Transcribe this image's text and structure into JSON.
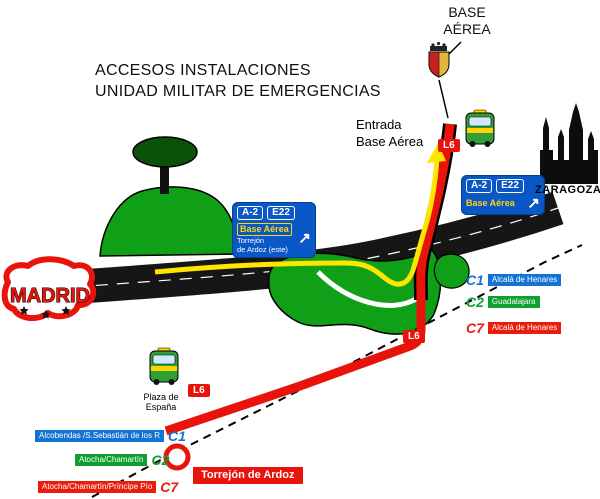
{
  "title": {
    "line1": "ACCESOS INSTALACIONES",
    "line2": "UNIDAD MILITAR DE EMERGENCIAS"
  },
  "base_aerea": {
    "line1": "BASE",
    "line2": "AÉREA"
  },
  "entrance": {
    "line1": "Entrada",
    "line2": "Base Aérea"
  },
  "cities": {
    "origin": "MADRID",
    "destination": "ZARAGOZA"
  },
  "signs": {
    "median": {
      "road": "A-2",
      "euro": "E22",
      "dest": "Base Aérea",
      "sub1": "Torrejón",
      "sub2": "de Ardoz (este)",
      "arrow": "↗"
    },
    "right": {
      "road": "A-2",
      "euro": "E22",
      "dest": "Base Aérea",
      "arrow": "↗"
    }
  },
  "bus": {
    "line": "L6",
    "origin_line1": "Plaza de",
    "origin_line2": "España"
  },
  "station": {
    "name": "Torrejón de Ardoz"
  },
  "rail_right": [
    {
      "line": "C1",
      "dest": "Alcalá de Henares"
    },
    {
      "line": "C2",
      "dest": "Guadalajara"
    },
    {
      "line": "C7",
      "dest": "Alcalá de Henares"
    }
  ],
  "rail_left": [
    {
      "line": "C1",
      "dest": "Alcobendas /S.Sebastián de los R"
    },
    {
      "line": "C2",
      "dest": "Atocha/Chamartín"
    },
    {
      "line": "C7",
      "dest": "Atocha/Chamartín/Príncipe Pío"
    }
  ],
  "colors": {
    "route_red": "#e8140c",
    "route_yellow": "#ffe600",
    "terrain_green": "#0fa017",
    "sign_blue": "#0a58c8",
    "c1_blue": "#1273d4",
    "c2_green": "#0f9f2f",
    "c7_red": "#ea1c0c"
  }
}
